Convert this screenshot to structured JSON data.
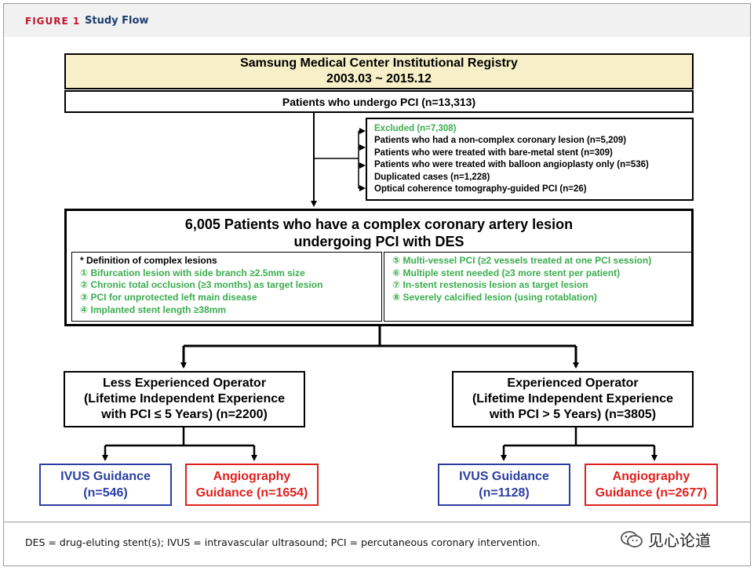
{
  "figure": {
    "label": "FIGURE 1",
    "title": "Study Flow"
  },
  "registry": {
    "line1": "Samsung Medical Center Institutional Registry",
    "line2": "2003.03 ~ 2015.12"
  },
  "patients_pci": "Patients who undergo PCI (n=13,313)",
  "excluded": {
    "heading": "Excluded (n=7,308)",
    "items": [
      "Patients who had a non-complex coronary lesion (n=5,209)",
      "Patients who were treated with bare-metal stent (n=309)",
      "Patients who were treated with balloon angioplasty only (n=536)",
      "Duplicated cases (n=1,228)",
      "Optical coherence tomography-guided  PCI (n=26)"
    ]
  },
  "complex": {
    "title_line1": "6,005 Patients who have a complex coronary artery lesion",
    "title_line2": "undergoing PCI with DES",
    "definition_heading": "* Definition of complex lesions",
    "left_items": [
      "① Bifurcation lesion with side branch ≥2.5mm size",
      "② Chronic total occlusion (≥3 months) as target lesion",
      "③ PCI for unprotected left main disease",
      "④ Implanted stent length ≥38mm"
    ],
    "right_items": [
      "⑤ Multi-vessel PCI (≥2 vessels treated at one PCI session)",
      "⑥ Multiple stent needed (≥3 more stent per patient)",
      "⑦ In-stent restenosis lesion as target lesion",
      "⑧ Severely calcified lesion (using rotablation)"
    ]
  },
  "operators": {
    "less": {
      "line1": "Less Experienced Operator",
      "line2": "(Lifetime Independent Experience",
      "line3": "with PCI ≤ 5 Years) (n=2200)"
    },
    "experienced": {
      "line1": "Experienced Operator",
      "line2": "(Lifetime Independent Experience",
      "line3": "with PCI > 5 Years) (n=3805)"
    }
  },
  "guidance": {
    "less_ivus": {
      "line1": "IVUS Guidance",
      "line2": "(n=546)"
    },
    "less_angio": {
      "line1": "Angiography",
      "line2": "Guidance (n=1654)"
    },
    "exp_ivus": {
      "line1": "IVUS Guidance",
      "line2": "(n=1128)"
    },
    "exp_angio": {
      "line1": "Angiography",
      "line2": "Guidance (n=2677)"
    }
  },
  "colors": {
    "ivus": "#2b3ea0",
    "angio": "#e0201e",
    "green": "#3bad4f",
    "registry_fill": "#f6efc7",
    "figure_label": "#c0162d",
    "figure_title": "#1a3d6d"
  },
  "footnote": "DES = drug-eluting stent(s); IVUS = intravascular ultrasound; PCI = percutaneous coronary intervention.",
  "watermark": {
    "icon": "wechat-icon",
    "text": "见心论道"
  }
}
